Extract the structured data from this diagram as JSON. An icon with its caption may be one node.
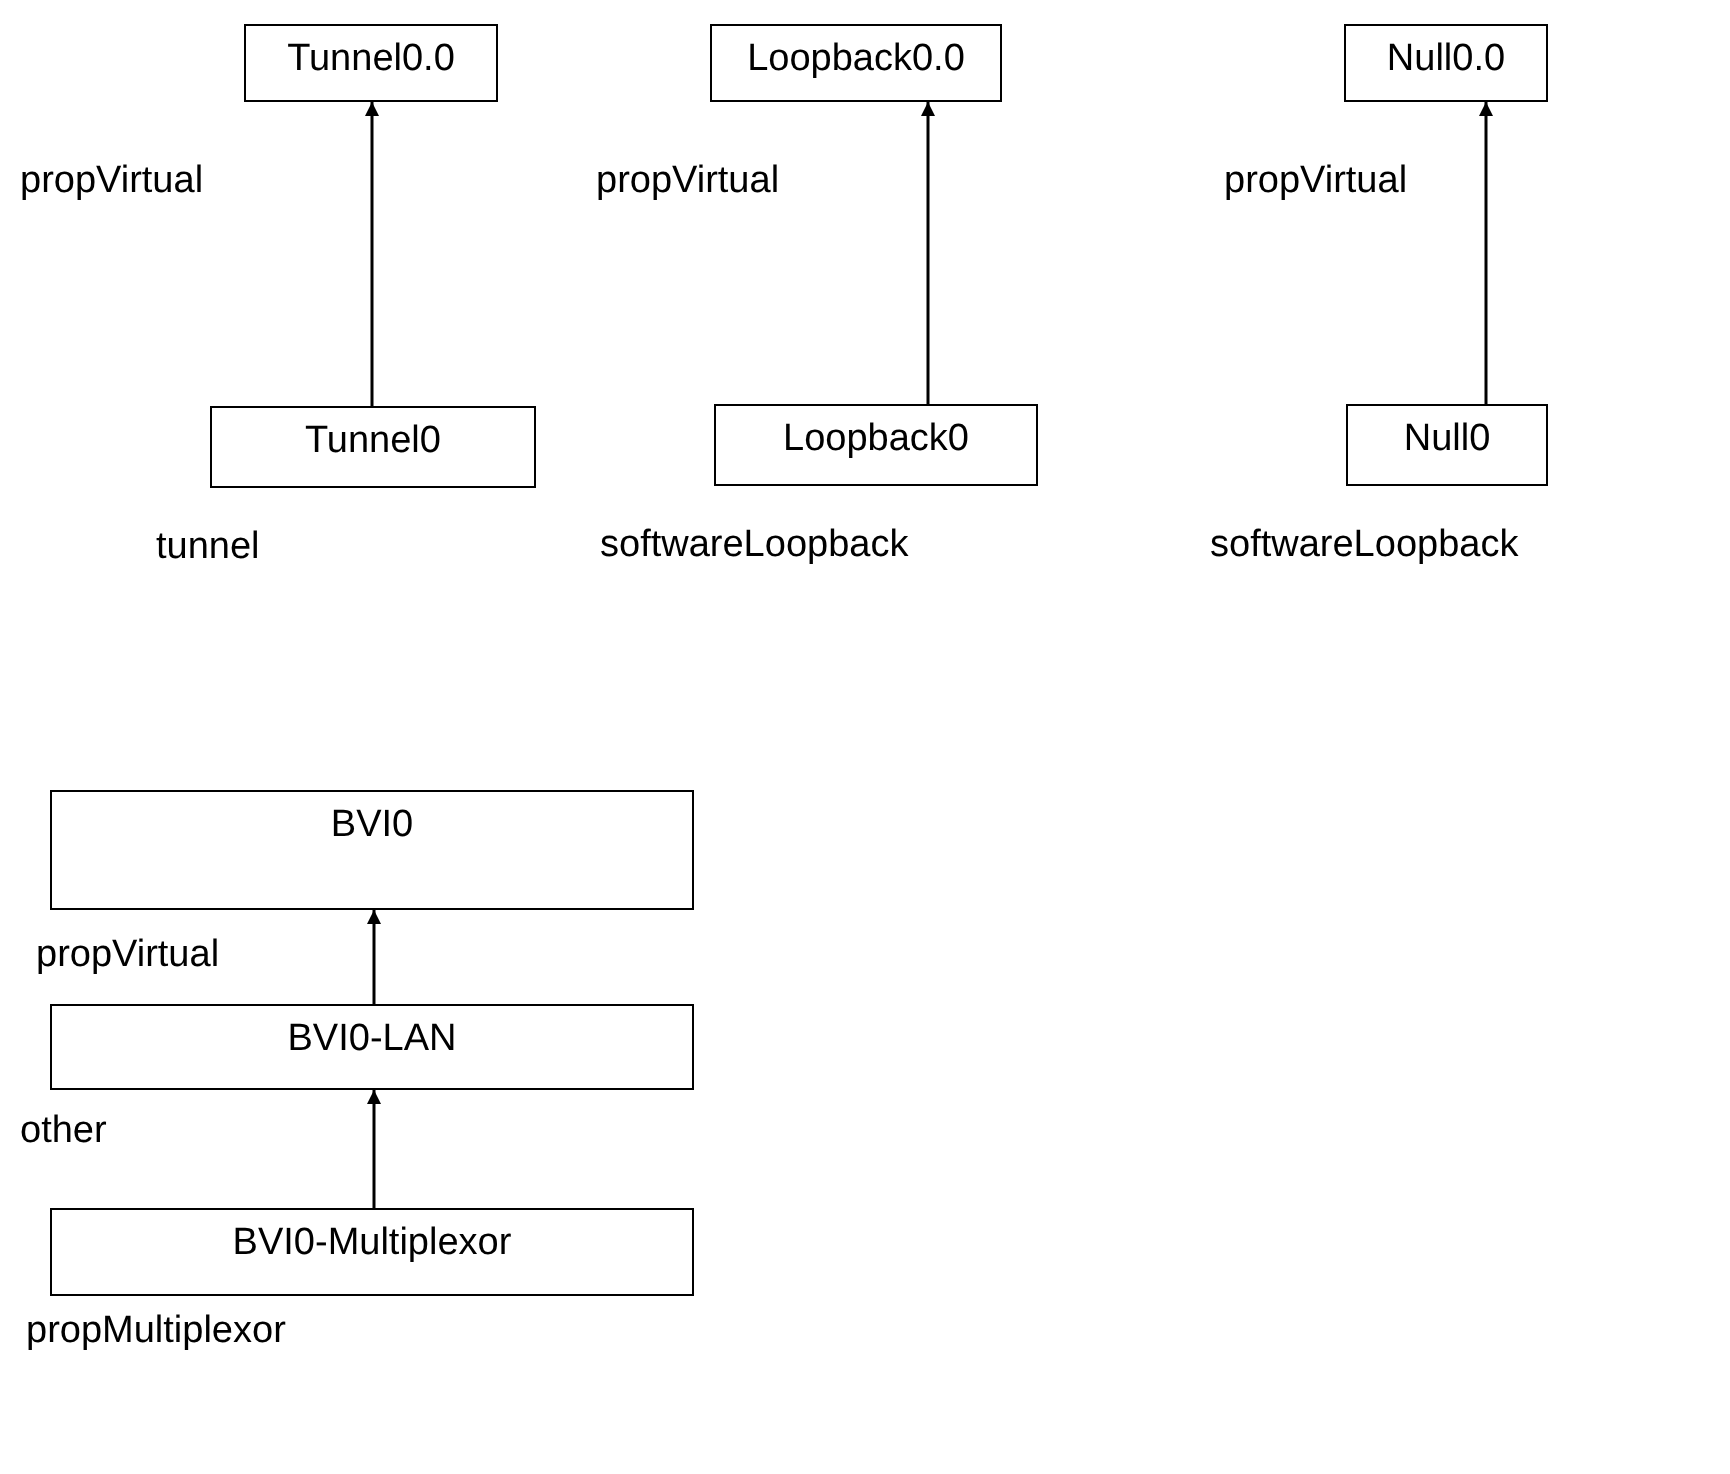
{
  "diagram": {
    "nodes": [
      {
        "text": [
          "Tunnel0.0"
        ],
        "beside": [
          "propVirtual"
        ]
      },
      {
        "text": [
          "Tunnel0"
        ],
        "beside": [
          "tunnel"
        ]
      },
      {
        "text": [
          "Loopback0.0"
        ],
        "beside": [
          "propVirtual"
        ]
      },
      {
        "text": [
          "Loopback0"
        ],
        "beside": [
          "softwareLoopback"
        ]
      },
      {
        "text": [
          "Null0.0"
        ],
        "beside": [
          "propVirtual"
        ]
      },
      {
        "text": [
          "Null0"
        ],
        "beside": [
          "softwareLoopback"
        ]
      },
      {
        "text": [
          "BVI0"
        ],
        "beside": [
          "propVirtual"
        ]
      },
      {
        "text": [
          "BVI0-LAN"
        ],
        "beside": [
          "other"
        ]
      },
      {
        "text": [
          "BVI0-Multiplexor"
        ],
        "beside": [
          "propMultiplexor"
        ]
      }
    ],
    "edges": [
      {
        "from": 1,
        "to": 0,
        "arrow": "to"
      },
      {
        "from": 3,
        "to": 2,
        "arrow": "to"
      },
      {
        "from": 5,
        "to": 4,
        "arrow": "to"
      },
      {
        "from": 7,
        "to": 6,
        "arrow": "to"
      },
      {
        "from": 8,
        "to": 7,
        "arrow": "to"
      }
    ]
  }
}
